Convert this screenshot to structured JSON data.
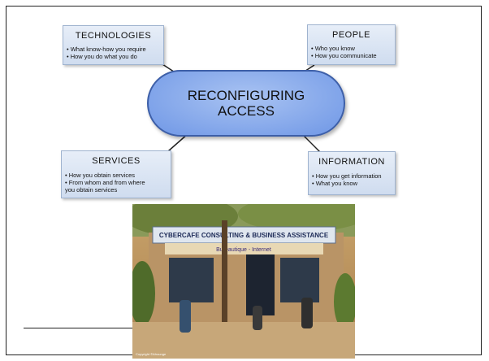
{
  "center": {
    "line1": "RECONFIGURING",
    "line2": "ACCESS"
  },
  "boxes": {
    "technologies": {
      "title": "TECHNOLOGIES",
      "lines": [
        "• What know-how you require",
        "• How you do what you do"
      ]
    },
    "people": {
      "title": "PEOPLE",
      "lines": [
        "• Who you know",
        "• How you communicate"
      ]
    },
    "services": {
      "title": "SERVICES",
      "lines": [
        "• How you obtain services",
        "• From whom and from where",
        "you obtain services"
      ]
    },
    "information": {
      "title": "INFORMATION",
      "lines": [
        "• How you get information",
        "• What you know"
      ]
    }
  },
  "photo": {
    "sign_text": "CYBERCAFE CONSULTING & BUSINESS ASSISTANCE",
    "sign_sub": "Bureautique - Internet",
    "copyright": "Copyright ©Ahounge"
  }
}
